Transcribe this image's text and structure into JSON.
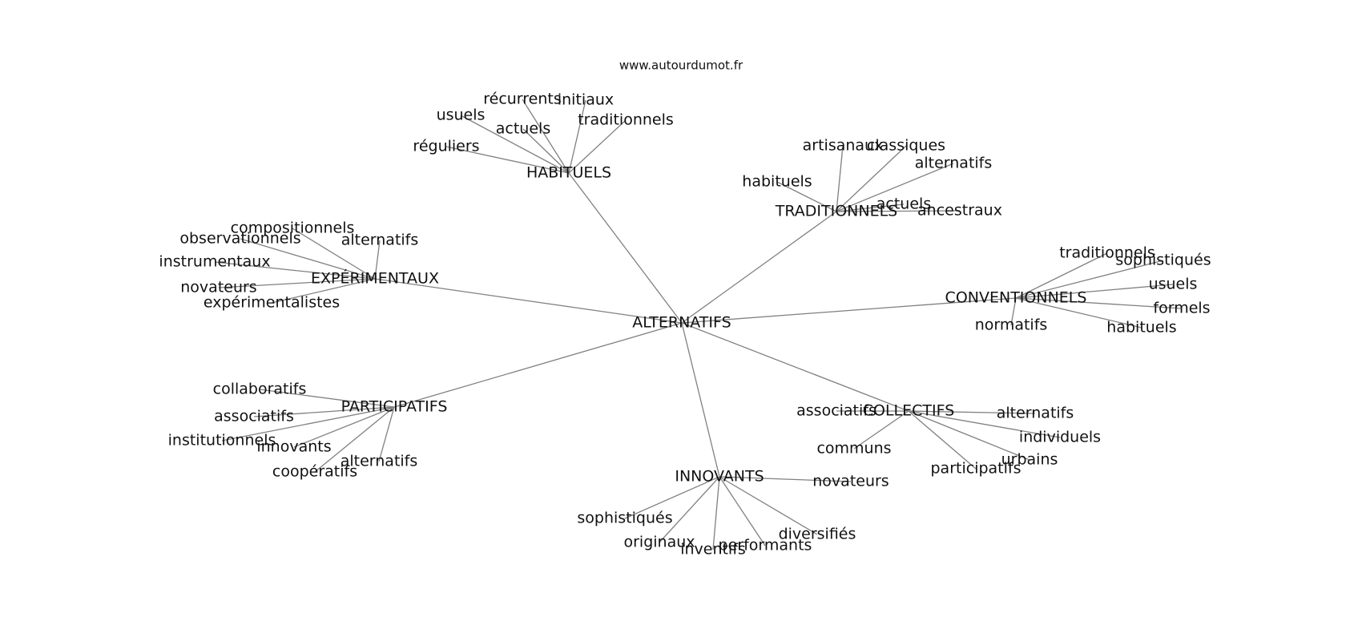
{
  "site": "www.autourdumot.fr",
  "center": "ALTERNATIFS",
  "clusters": [
    {
      "label": "HABITUELS",
      "words": [
        "récurrents",
        "initiaux",
        "usuels",
        "actuels",
        "traditionnels",
        "réguliers"
      ]
    },
    {
      "label": "TRADITIONNELS",
      "words": [
        "artisanaux",
        "classiques",
        "alternatifs",
        "habituels",
        "actuels",
        "ancestraux"
      ]
    },
    {
      "label": "EXPÉRIMENTAUX",
      "words": [
        "compositionnels",
        "observationnels",
        "alternatifs",
        "instrumentaux",
        "novateurs",
        "expérimentalistes"
      ]
    },
    {
      "label": "CONVENTIONNELS",
      "words": [
        "traditionnels",
        "sophistiqués",
        "usuels",
        "formels",
        "habituels",
        "normatifs"
      ]
    },
    {
      "label": "PARTICIPATIFS",
      "words": [
        "collaboratifs",
        "associatifs",
        "institutionnels",
        "innovants",
        "alternatifs",
        "coopératifs"
      ]
    },
    {
      "label": "COLLECTIFS",
      "words": [
        "associatifs",
        "alternatifs",
        "individuels",
        "communs",
        "urbains",
        "participatifs"
      ]
    },
    {
      "label": "INNOVANTS",
      "words": [
        "novateurs",
        "sophistiqués",
        "diversifiés",
        "originaux",
        "performants",
        "inventifs"
      ]
    }
  ]
}
